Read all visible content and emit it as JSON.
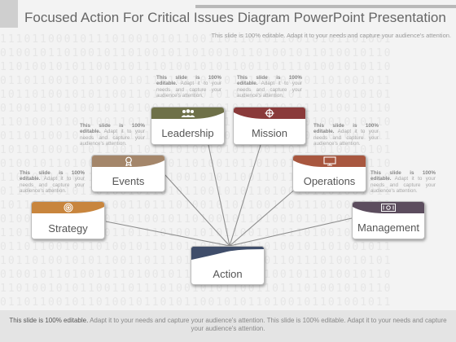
{
  "title": "Focused Action For Critical Issues Diagram PowerPoint Presentation",
  "subtitle": "This slide is 100% editable. Adapt it to your needs and capture your audience's attention.",
  "note_lead": "This slide is 100% editable.",
  "note_body": "Adapt it to your needs and capture your audience's attention.",
  "nodes": {
    "leadership": {
      "label": "Leadership",
      "icon": "people-icon",
      "color": "#6e7048"
    },
    "mission": {
      "label": "Mission",
      "icon": "crosshair-icon",
      "color": "#8a3a3a"
    },
    "events": {
      "label": "Events",
      "icon": "award-icon",
      "color": "#a4866a"
    },
    "operations": {
      "label": "Operations",
      "icon": "monitor-icon",
      "color": "#a8573f"
    },
    "strategy": {
      "label": "Strategy",
      "icon": "target-icon",
      "color": "#c8853d"
    },
    "management": {
      "label": "Management",
      "icon": "money-icon",
      "color": "#5c4d5e"
    },
    "action": {
      "label": "Action",
      "color": "#3f4d6a"
    }
  },
  "footer": {
    "lead": "This slide is 100% editable.",
    "body": "Adapt it to your needs and capture your audience's attention. This slide is 100% editable. Adapt it to your needs and capture your audience's attention."
  }
}
